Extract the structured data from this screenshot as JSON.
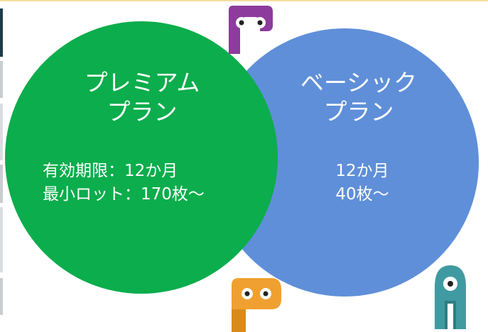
{
  "premium": {
    "title_line1": "プレミアム",
    "title_line2": "プラン",
    "detail_line1": "有効期限：12か月",
    "detail_line2": "最小ロット：170枚～",
    "color": "#0bad4c"
  },
  "basic": {
    "title_line1": "ベーシック",
    "title_line2": "プラン",
    "detail_line1": "12か月",
    "detail_line2": "40枚～",
    "color": "#5f8fd8"
  },
  "mascots": [
    {
      "icon": "purple-p-mascot-icon",
      "color": "#8d3b9c"
    },
    {
      "icon": "orange-p-mascot-icon",
      "color": "#f0a030"
    },
    {
      "icon": "teal-a-mascot-icon",
      "color": "#3f9ba1"
    }
  ]
}
